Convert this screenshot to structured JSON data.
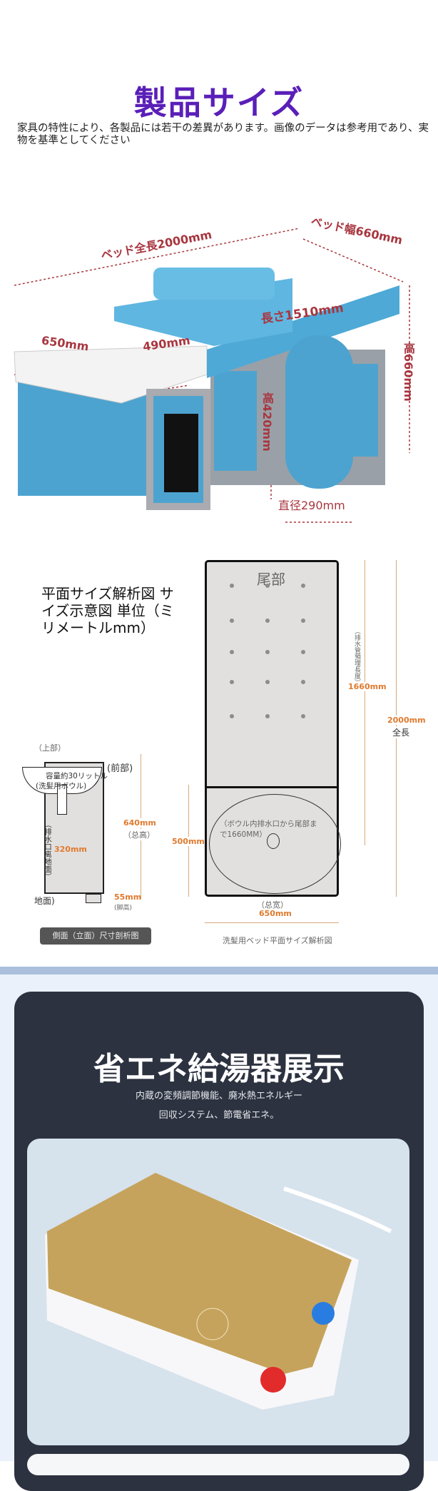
{
  "header": {
    "title": "製品サイズ",
    "note": "家具の特性により、各製品には若干の差異があります。画像のデータは参考用であり、実物を基準としてください"
  },
  "bed_dimensions": {
    "total_length": "ベッド全長2000mm",
    "width": "ベッド幅660mm",
    "length": "長さ1510mm",
    "height": "高660mm",
    "basin_width": "650mm",
    "basin_length": "490mm",
    "stool_height": "高420mm",
    "stool_diameter": "直径290mm"
  },
  "plan": {
    "heading": "平面サイズ解析図 サイズ示意図 単位（ミリメートルmm）",
    "tail": "尾部",
    "drain_note": "（排水管預埋長度）",
    "drain_len": "1660mm",
    "total_len": "2000mm",
    "total_len_label": "全長",
    "bowl_note": "（ボウル内排水口から尾部まで1660MM）",
    "bowl_len": "500mm",
    "width_label": "（总宽）",
    "width": "650mm",
    "caption": "洗髪用ベッド平面サイズ解析図"
  },
  "side": {
    "top": "（上部）",
    "front": "(前部)",
    "capacity": "容量約30リットル",
    "bowl": "(洗髪用ボウル)",
    "drain_height_label": "（排水口离地面）",
    "drain_height": "320mm",
    "total_height": "640mm",
    "total_height_label": "（总高）",
    "leg": "55mm",
    "leg_label": "(脚高)",
    "ground": "地面)",
    "caption": "側面（立面）尺寸剖析图"
  },
  "heater": {
    "title": "省エネ給湯器展示",
    "desc1": "内蔵の変頻調節機能、廃水熱エネルギー",
    "desc2": "回収システム、節電省エネ。"
  },
  "colors": {
    "title": "#5a1fb8",
    "dim": "#a8363f",
    "accent": "#e07a2e",
    "card": "#2c3240"
  }
}
